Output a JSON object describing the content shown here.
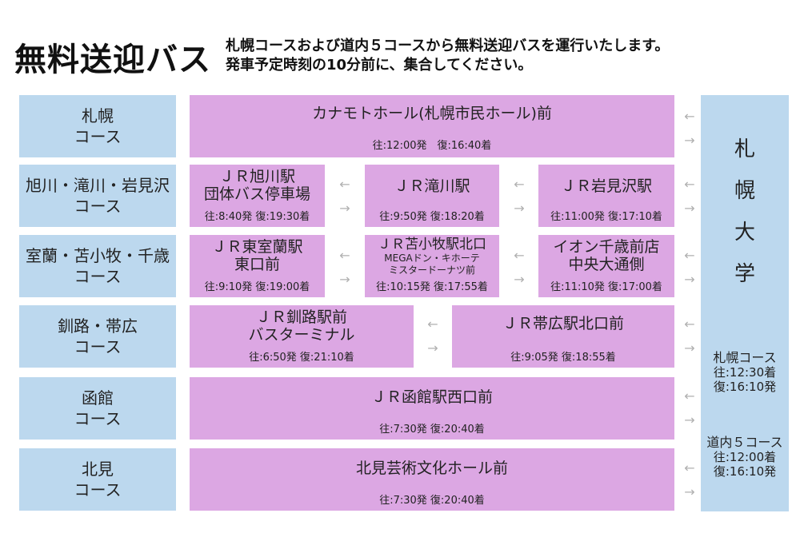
{
  "title": "無料送迎バス",
  "intro": [
    "札幌コースおよび道内５コースから無料送迎バスを運行いたします。",
    "発車予定時刻の10分前に、集合してください。"
  ],
  "courses": [
    {
      "lines": [
        "札幌",
        "コース"
      ]
    },
    {
      "lines": [
        "旭川・滝川・岩見沢",
        "コース"
      ]
    },
    {
      "lines": [
        "室蘭・苫小牧・千歳",
        "コース"
      ]
    },
    {
      "lines": [
        "釧路・帯広",
        "コース"
      ]
    },
    {
      "lines": [
        "函館",
        "コース"
      ]
    },
    {
      "lines": [
        "北見",
        "コース"
      ]
    }
  ],
  "stops": {
    "sapporo": {
      "name": [
        "カナモトホール(札幌市民ホール)前"
      ],
      "times": "往:12:00発　復:16:40着"
    },
    "asahikawa": {
      "name": [
        "ＪＲ旭川駅",
        "団体バス停車場"
      ],
      "times": "往:8:40発 復:19:30着"
    },
    "takikawa": {
      "name": [
        "ＪＲ滝川駅"
      ],
      "times": "往:9:50発 復:18:20着"
    },
    "iwamizawa": {
      "name": [
        "ＪＲ岩見沢駅"
      ],
      "times": "往:11:00発 復:17:10着"
    },
    "higashimuroran": {
      "name": [
        "ＪＲ東室蘭駅",
        "東口前"
      ],
      "times": "往:9:10発 復:19:00着"
    },
    "tomakomai": {
      "name": [
        "ＪＲ苫小牧駅北口"
      ],
      "sub": [
        "MEGAドン・キホーテ",
        "ミスタードーナツ前"
      ],
      "times": "往:10:15発 復:17:55着"
    },
    "chitose": {
      "name": [
        "イオン千歳前店",
        "中央大通側"
      ],
      "times": "往:11:10発 復:17:00着"
    },
    "kushiro": {
      "name": [
        "ＪＲ釧路駅前",
        "バスターミナル"
      ],
      "times": "往:6:50発 復:21:10着"
    },
    "obihiro": {
      "name": [
        "ＪＲ帯広駅北口前"
      ],
      "times": "往:9:05発 復:18:55着"
    },
    "hakodate": {
      "name": [
        "ＪＲ函館駅西口前"
      ],
      "times": "往:7:30発 復:20:40着"
    },
    "kitami": {
      "name": [
        "北見芸術文化ホール前"
      ],
      "times": "往:7:30発 復:20:40着"
    }
  },
  "university": {
    "name": [
      "札",
      "幌",
      "大",
      "学"
    ],
    "sapporo_course": {
      "heading": "札幌コース",
      "lines": [
        "往:12:30着",
        "復:16:10発"
      ]
    },
    "regional_course": {
      "heading": "道内５コース",
      "lines": [
        "往:12:00着",
        "復:16:10発"
      ]
    }
  },
  "arrow_icons": {
    "left": "←",
    "right": "→"
  },
  "colors": {
    "course_box": "#bcd8ee",
    "stop_box": "#dca7e3",
    "arrow": "#b0b0b0"
  }
}
